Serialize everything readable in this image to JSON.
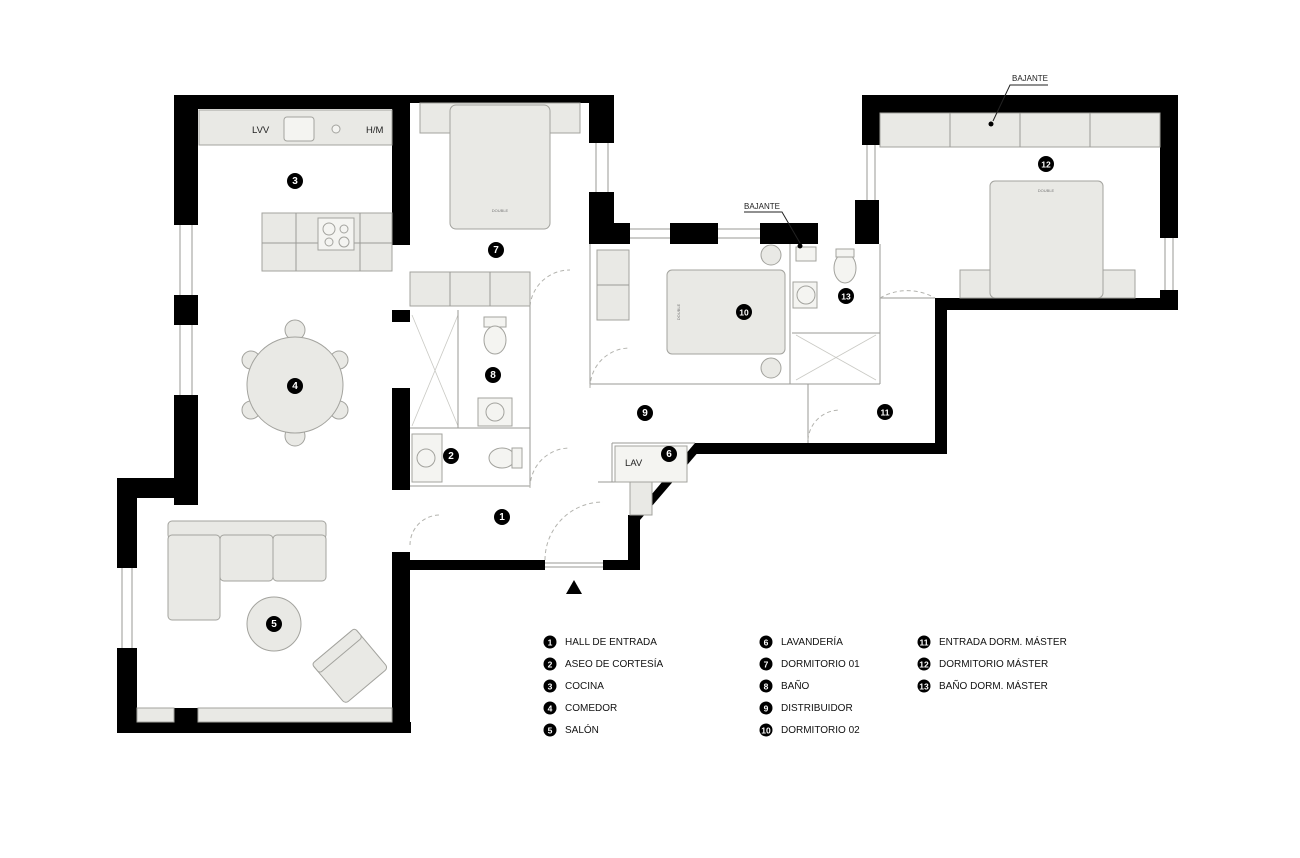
{
  "plan": {
    "rooms": [
      {
        "id": "1"
      },
      {
        "id": "2"
      },
      {
        "id": "3"
      },
      {
        "id": "4"
      },
      {
        "id": "5"
      },
      {
        "id": "6"
      },
      {
        "id": "7"
      },
      {
        "id": "8"
      },
      {
        "id": "9"
      },
      {
        "id": "10"
      },
      {
        "id": "11"
      },
      {
        "id": "12"
      },
      {
        "id": "13"
      }
    ],
    "labels": {
      "lvv": "LVV",
      "hm": "H/M",
      "lav": "LAV",
      "bajante": "BAJANTE"
    }
  },
  "legend": [
    {
      "num": "1",
      "text": "HALL DE ENTRADA"
    },
    {
      "num": "2",
      "text": "ASEO DE CORTESÍA"
    },
    {
      "num": "3",
      "text": "COCINA"
    },
    {
      "num": "4",
      "text": "COMEDOR"
    },
    {
      "num": "5",
      "text": "SALÓN"
    },
    {
      "num": "6",
      "text": "LAVANDERÍA"
    },
    {
      "num": "7",
      "text": "DORMITORIO 01"
    },
    {
      "num": "8",
      "text": "BAÑO"
    },
    {
      "num": "9",
      "text": "DISTRIBUIDOR"
    },
    {
      "num": "10",
      "text": "DORMITORIO 02"
    },
    {
      "num": "11",
      "text": "ENTRADA DORM. MÁSTER"
    },
    {
      "num": "12",
      "text": "DORMITORIO MÁSTER"
    },
    {
      "num": "13",
      "text": "BAÑO DORM. MÁSTER"
    }
  ]
}
